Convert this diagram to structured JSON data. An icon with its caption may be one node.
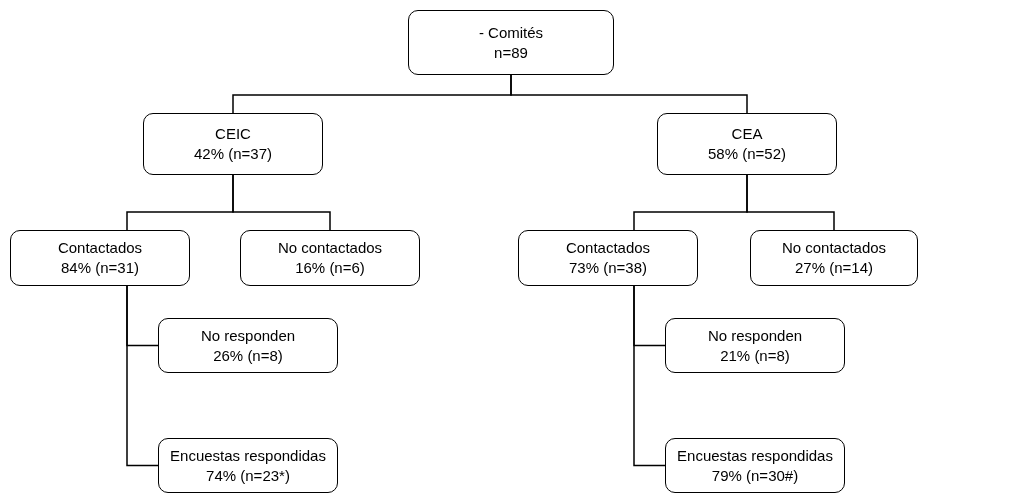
{
  "diagram": {
    "nodes": [
      {
        "text": [
          "- Comités",
          "n=89"
        ]
      },
      {
        "text": [
          "CEIC",
          "42% (n=37)"
        ]
      },
      {
        "text": [
          "CEA",
          "58% (n=52)"
        ]
      },
      {
        "text": [
          "Contactados",
          "84% (n=31)"
        ]
      },
      {
        "text": [
          "No contactados",
          "16% (n=6)"
        ]
      },
      {
        "text": [
          "Contactados",
          "73% (n=38)"
        ]
      },
      {
        "text": [
          "No contactados",
          "27% (n=14)"
        ]
      },
      {
        "text": [
          "No responden",
          "26% (n=8)"
        ]
      },
      {
        "text": [
          "Encuestas respondidas",
          "74% (n=23*)"
        ]
      },
      {
        "text": [
          "No responden",
          "21% (n=8)"
        ]
      },
      {
        "text": [
          "Encuestas respondidas",
          "79% (n=30#)"
        ]
      }
    ],
    "edges": [
      {
        "from": 0,
        "to": 1,
        "arrow": "none"
      },
      {
        "from": 0,
        "to": 2,
        "arrow": "none"
      },
      {
        "from": 1,
        "to": 3,
        "arrow": "none"
      },
      {
        "from": 1,
        "to": 4,
        "arrow": "none"
      },
      {
        "from": 2,
        "to": 5,
        "arrow": "none"
      },
      {
        "from": 2,
        "to": 6,
        "arrow": "none"
      },
      {
        "from": 3,
        "to": 7,
        "arrow": "none"
      },
      {
        "from": 3,
        "to": 8,
        "arrow": "none"
      },
      {
        "from": 5,
        "to": 9,
        "arrow": "none"
      },
      {
        "from": 5,
        "to": 10,
        "arrow": "none"
      }
    ]
  }
}
